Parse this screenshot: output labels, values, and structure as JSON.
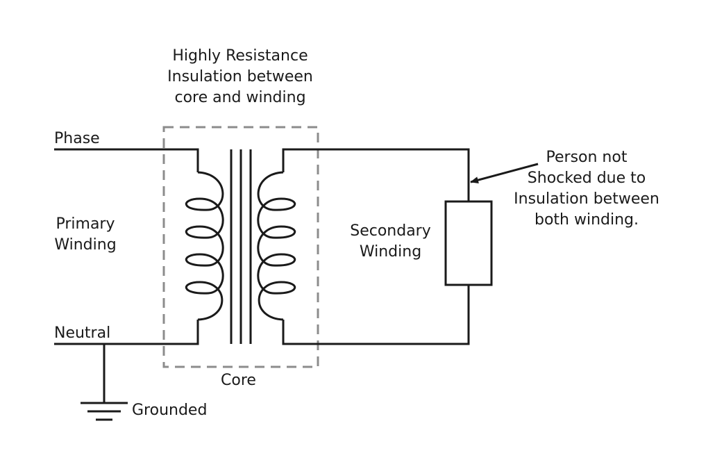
{
  "labels": {
    "insulation": [
      "Highly Resistance",
      "Insulation between",
      "core and winding"
    ],
    "phase": "Phase",
    "neutral": "Neutral",
    "primary": [
      "Primary",
      "Winding"
    ],
    "secondary": [
      "Secondary",
      "Winding"
    ],
    "person": [
      "Person not",
      "Shocked due to",
      "Insulation between",
      "both winding."
    ],
    "core": "Core",
    "grounded": "Grounded"
  },
  "colors": {
    "wire": "#1a1a1a",
    "core_outline": "#8c8c8c",
    "background": "#ffffff"
  }
}
